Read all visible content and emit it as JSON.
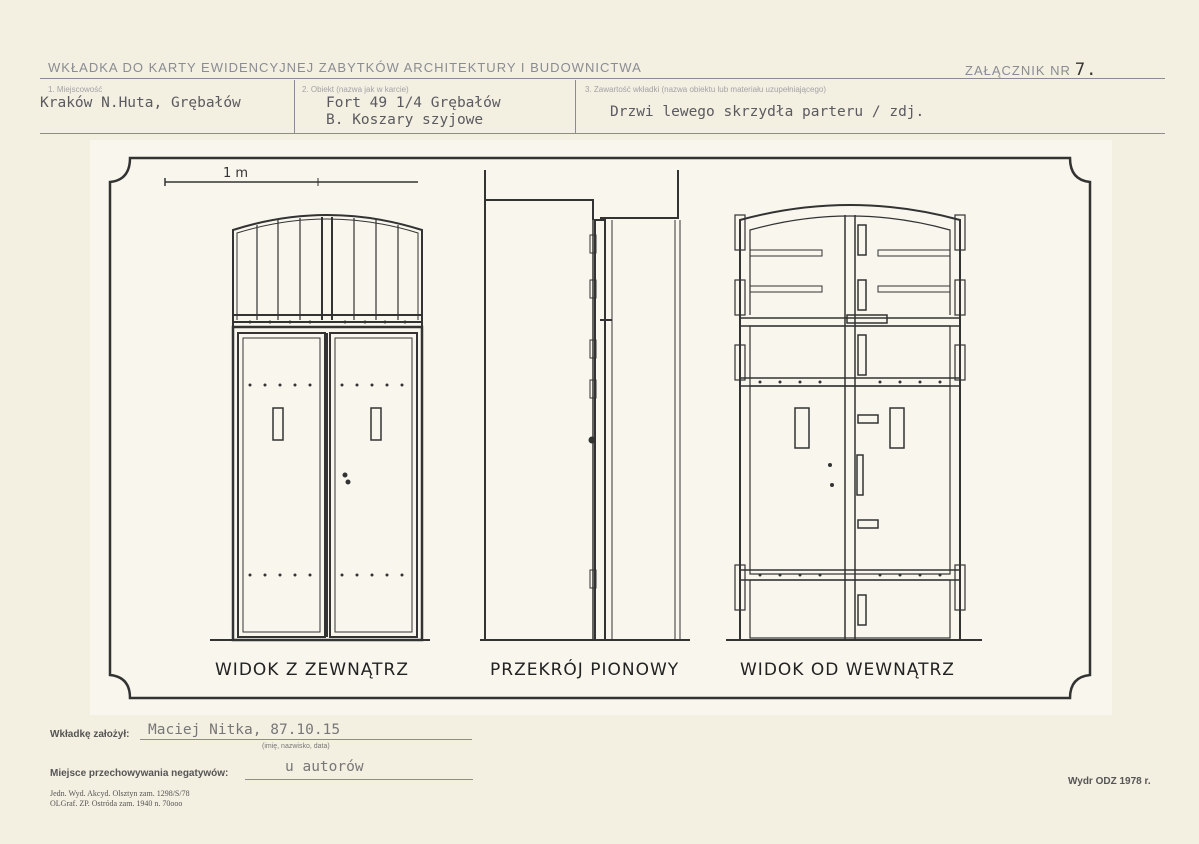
{
  "header": {
    "title": "WKŁADKA DO KARTY EWIDENCYJNEJ ZABYTKÓW ARCHITEKTURY I BUDOWNICTWA",
    "annex_label": "ZAŁĄCZNIK NR",
    "annex_number": "7."
  },
  "fields": {
    "locality_label": "1. Miejscowość",
    "locality_value": "Kraków N.Huta, Grębałów",
    "object_label": "2. Obiekt (nazwa jak w karcie)",
    "object_value_1": "Fort 49 1/4 Grębałów",
    "object_value_2": "B. Koszary szyjowe",
    "content_label": "3. Zawartość wkładki (nazwa obiektu lub materiału uzupełniającego)",
    "content_value": "Drzwi lewego skrzydła parteru / zdj."
  },
  "drawing": {
    "scale_label": "1 m",
    "view_outside": "WIDOK Z ZEWNĄTRZ",
    "section": "PRZEKRÓJ PIONOWY",
    "view_inside": "WIDOK OD WEWNĄTRZ"
  },
  "footer": {
    "prepared_label": "Wkładkę założył:",
    "prepared_value": "Maciej Nitka, 87.10.15",
    "prepared_hint": "(imię, nazwisko, data)",
    "negatives_label": "Miejsce przechowywania negatywów:",
    "negatives_value": "u autorów",
    "print_line_1": "Jedn. Wyd. Akcyd. Olsztyn zam. 1298/S/78",
    "print_line_2": "OLGraf. ZP. Ostróda zam. 1940 n. 70ooo",
    "publisher": "Wydr ODZ 1978 r."
  }
}
